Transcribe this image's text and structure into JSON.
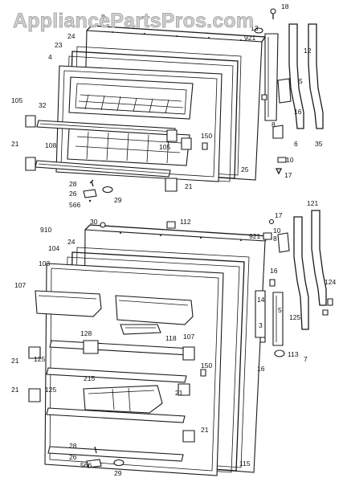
{
  "watermark": "AppliancePartsPros.com",
  "upper_labels": [
    "18",
    "8",
    "13",
    "24",
    "921",
    "23",
    "12",
    "4",
    "5",
    "105",
    "32",
    "16",
    "150",
    "8",
    "6",
    "35",
    "25",
    "105",
    "10",
    "21",
    "108",
    "17",
    "28",
    "26",
    "566",
    "29",
    "21"
  ],
  "lower_labels": [
    "30",
    "112",
    "17",
    "910",
    "121",
    "921",
    "24",
    "10",
    "104",
    "8",
    "103",
    "107",
    "16",
    "14",
    "5",
    "124",
    "125",
    "3",
    "118",
    "107",
    "16",
    "21",
    "125",
    "128",
    "113",
    "7",
    "150",
    "215",
    "21",
    "21",
    "125",
    "21",
    "28",
    "26",
    "566",
    "29",
    "115"
  ]
}
